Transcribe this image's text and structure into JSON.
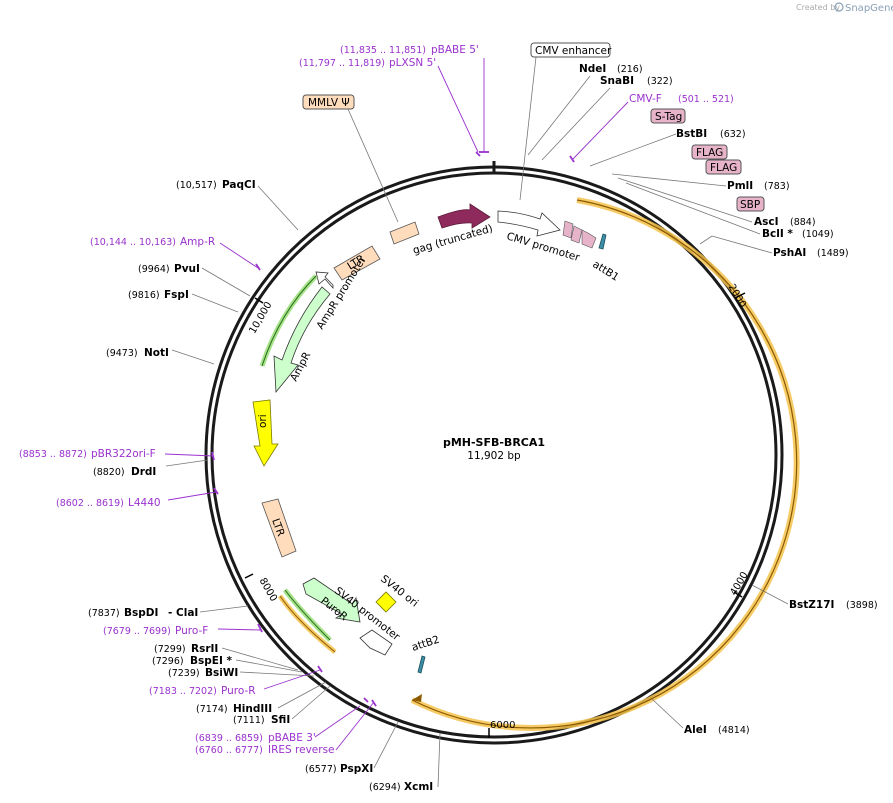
{
  "plasmid": {
    "name": "pMH-SFB-BRCA1",
    "length": "11,902 bp"
  },
  "watermark": {
    "prefix": "Created by",
    "brand": "SnapGene"
  },
  "ticks": [
    {
      "id": "t2000",
      "label": "2000"
    },
    {
      "id": "t4000",
      "label": "4000"
    },
    {
      "id": "t6000",
      "label": "6000"
    },
    {
      "id": "t8000",
      "label": "8000"
    },
    {
      "id": "t10000",
      "label": "10,000"
    }
  ],
  "features": {
    "gag": "gag (truncated)",
    "cmv_promoter": "CMV promoter",
    "attB1": "attB1",
    "ltr_top": "LTR",
    "ampr_promoter": "AmpR promoter",
    "ampr": "AmpR",
    "ori": "ori",
    "ltr_bottom": "LTR",
    "sv40_promoter": "SV40 promoter",
    "puror": "PuroR",
    "sv40_ori": "SV40 ori",
    "attB2": "attB2"
  },
  "boxed": {
    "cmv_enhancer": "CMV enhancer",
    "mmlv_psi": "MMLV Ψ",
    "s_tag": "S-Tag",
    "flag1": "FLAG",
    "flag2": "FLAG",
    "sbp": "SBP"
  },
  "sites": [
    {
      "id": "ndei",
      "name": "NdeI",
      "pos": "(216)"
    },
    {
      "id": "snabi",
      "name": "SnaBI",
      "pos": "(322)"
    },
    {
      "id": "bstbi",
      "name": "BstBI",
      "pos": "(632)"
    },
    {
      "id": "pmli",
      "name": "PmlI",
      "pos": "(783)"
    },
    {
      "id": "asci",
      "name": "AscI",
      "pos": "(884)"
    },
    {
      "id": "bcli",
      "name": "BclI *",
      "pos": "(1049)"
    },
    {
      "id": "pshai",
      "name": "PshAI",
      "pos": "(1489)"
    },
    {
      "id": "bstz17i",
      "name": "BstZ17I",
      "pos": "(3898)"
    },
    {
      "id": "alei",
      "name": "AleI",
      "pos": "(4814)"
    },
    {
      "id": "xcmi",
      "name": "XcmI",
      "pos": "(6294)"
    },
    {
      "id": "pspxi",
      "name": "PspXI",
      "pos": "(6577)"
    },
    {
      "id": "sfii",
      "name": "SfiI",
      "pos": "(7111)"
    },
    {
      "id": "hindiii",
      "name": "HindIII",
      "pos": "(7174)"
    },
    {
      "id": "bsiwi",
      "name": "BsiWI",
      "pos": "(7239)"
    },
    {
      "id": "bspei",
      "name": "BspEI *",
      "pos": "(7296)"
    },
    {
      "id": "rsrii",
      "name": "RsrII",
      "pos": "(7299)"
    },
    {
      "id": "bspdi",
      "name": "BspDI",
      "pos": "(7837)"
    },
    {
      "id": "clai",
      "name": "- ClaI",
      "pos": ""
    },
    {
      "id": "drdi",
      "name": "DrdI",
      "pos": "(8820)"
    },
    {
      "id": "noti",
      "name": "NotI",
      "pos": "(9473)"
    },
    {
      "id": "fspi",
      "name": "FspI",
      "pos": "(9816)"
    },
    {
      "id": "pvui",
      "name": "PvuI",
      "pos": "(9964)"
    },
    {
      "id": "paqci",
      "name": "PaqCI",
      "pos": "(10,517)"
    }
  ],
  "primers": [
    {
      "id": "pbabe5",
      "name": "pBABE 5'",
      "pos": "(11,835 .. 11,851)"
    },
    {
      "id": "plxsn5",
      "name": "pLXSN 5'",
      "pos": "(11,797 .. 11,819)"
    },
    {
      "id": "cmvf",
      "name": "CMV-F",
      "pos": "(501 .. 521)"
    },
    {
      "id": "ampr_p",
      "name": "Amp-R",
      "pos": "(10,144 .. 10,163)"
    },
    {
      "id": "pbr322",
      "name": "pBR322ori-F",
      "pos": "(8853 .. 8872)"
    },
    {
      "id": "l4440",
      "name": "L4440",
      "pos": "(8602 .. 8619)"
    },
    {
      "id": "purof",
      "name": "Puro-F",
      "pos": "(7679 .. 7699)"
    },
    {
      "id": "puror_p",
      "name": "Puro-R",
      "pos": "(7183 .. 7202)"
    },
    {
      "id": "pbabe3",
      "name": "pBABE 3'",
      "pos": "(6839 .. 6859)"
    },
    {
      "id": "ires",
      "name": "IRES reverse",
      "pos": "(6760 .. 6777)"
    }
  ],
  "colors": {
    "backbone": "#1a1a1a",
    "gag": "#8e2a5c",
    "ltr": "#ffdcbc",
    "ampr": "#ccffcc",
    "ori": "#ffff00",
    "orf_highlight": "#f5c24b",
    "tag": "#e6b3c8",
    "primer": "#9a32cd",
    "attb": "#3b8ea5"
  }
}
